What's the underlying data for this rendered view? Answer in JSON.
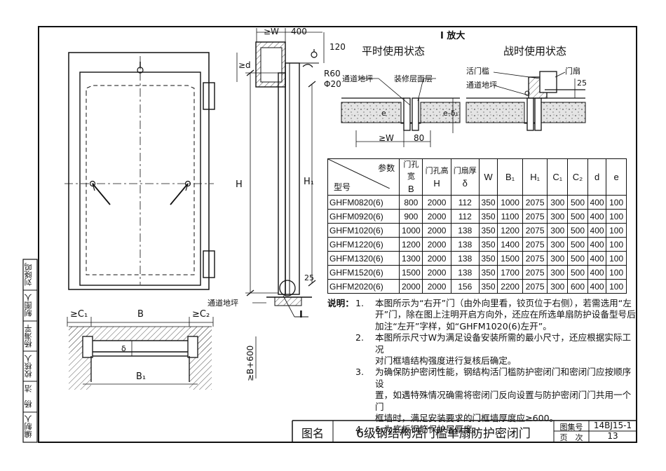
{
  "detail": {
    "title": "I 放大",
    "peace_state": "平时使用状态",
    "war_state": "战时使用状态",
    "passage_floor": "通道地坪",
    "finish_layer": "装修层面层",
    "movable_sill": "活门槛",
    "door_leaf": "门扇",
    "dim_w": "≥W",
    "dim_80": "80",
    "dim_25": "25",
    "dim_e_delta": "e-δ₁",
    "dim_e": "e"
  },
  "section": {
    "dim_w": "≥W",
    "dim_400": "400",
    "dim_120": "120",
    "dim_d": "≥d",
    "r60": "R60",
    "phi20": "Φ20",
    "h": "H",
    "h1": "H₁",
    "dim_25": "25",
    "passage_floor": "通道地坪",
    "detail_mark": "I"
  },
  "plan": {
    "c1": "≥C₁",
    "b": "B",
    "c2": "≥C₂",
    "delta": "δ",
    "b1": "B₁",
    "b600": "≥B+600"
  },
  "table": {
    "corner_param": "参数",
    "corner_model": "型号",
    "headers": [
      {
        "line1": "门孔宽",
        "line2": "B"
      },
      {
        "line1": "门孔高",
        "line2": "H"
      },
      {
        "line1": "门扇厚",
        "line2": "δ"
      },
      {
        "line1": "",
        "line2": "W"
      },
      {
        "line1": "",
        "line2": "B₁"
      },
      {
        "line1": "",
        "line2": "H₁"
      },
      {
        "line1": "",
        "line2": "C₁"
      },
      {
        "line1": "",
        "line2": "C₂"
      },
      {
        "line1": "",
        "line2": "d"
      },
      {
        "line1": "",
        "line2": "e"
      }
    ],
    "rows": [
      [
        "GHFM0820(6)",
        "800",
        "2000",
        "112",
        "350",
        "1000",
        "2075",
        "300",
        "500",
        "400",
        "100"
      ],
      [
        "GHFM0920(6)",
        "900",
        "2000",
        "112",
        "350",
        "1100",
        "2075",
        "300",
        "500",
        "400",
        "100"
      ],
      [
        "GHFM1020(6)",
        "1000",
        "2000",
        "138",
        "350",
        "1200",
        "2075",
        "300",
        "500",
        "400",
        "100"
      ],
      [
        "GHFM1220(6)",
        "1200",
        "2000",
        "138",
        "350",
        "1400",
        "2075",
        "300",
        "500",
        "400",
        "100"
      ],
      [
        "GHFM1320(6)",
        "1300",
        "2000",
        "138",
        "350",
        "1500",
        "2075",
        "300",
        "500",
        "400",
        "100"
      ],
      [
        "GHFM1520(6)",
        "1500",
        "2000",
        "138",
        "350",
        "1700",
        "2075",
        "300",
        "500",
        "400",
        "100"
      ],
      [
        "GHFM2020(6)",
        "2000",
        "2000",
        "156",
        "350",
        "2200",
        "2075",
        "300",
        "600",
        "400",
        "100"
      ]
    ]
  },
  "notes": {
    "heading": "说明：",
    "n1_num": "1.",
    "n1_l1": "本图所示为“右开”门（由外向里看，铰页位于右侧），若需选用“左",
    "n1_l2": "开”门，除在图上注明开启方向外，还应在所选单扇防护设备型号后",
    "n1_l3": "加注“左开”字样，如“GHFM1020(6)左开”。",
    "n2_num": "2.",
    "n2_l1": "本图所示尺寸W为满足设备安装所需的最小尺寸，还应根据实际工况",
    "n2_l2": "对门框墙结构强度进行复核后确定。",
    "n3_num": "3.",
    "n3_l1": "为确保防护密闭性能，钢结构活门槛防护密闭门和密闭门应按顺序设",
    "n3_l2": "置，如遇特殊情况确需将密闭门反向设置与防护密闭门门共用一个门",
    "n3_l3": "框墙时，满足安装要求的门框墙厚度应≥600。",
    "n4_num": "4.",
    "n4_l1": "δ₁为底板钢筋保护层厚度。"
  },
  "title_block": {
    "label": "图名",
    "name": "6级钢结构活门槛单扇防护密闭门",
    "atlas_label": "图集号",
    "atlas_no": "14BJ15-1",
    "page_label": "页　次",
    "page_no": "13"
  },
  "sidebar": {
    "items": [
      "编制人",
      "杨　洁",
      "校核人",
      "杨海平",
      "制图人",
      "刘晓鸣"
    ]
  }
}
